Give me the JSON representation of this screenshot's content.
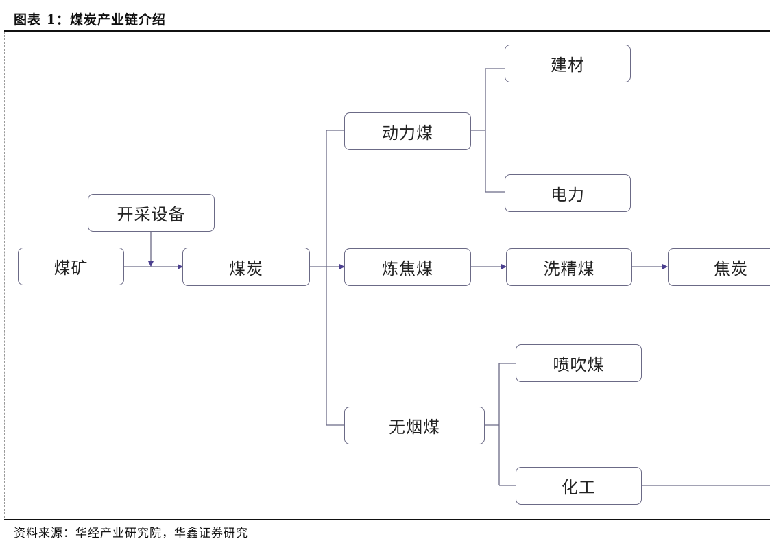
{
  "header": {
    "title": "图表 1：煤炭产业链介绍"
  },
  "footer": {
    "source": "资料来源：华经产业研究院，华鑫证券研究"
  },
  "diagram": {
    "nodes": {
      "coal_mine": "煤矿",
      "mining_equipment": "开采设备",
      "coal": "煤炭",
      "thermal_coal": "动力煤",
      "building_materials": "建材",
      "electricity": "电力",
      "coking_coal": "炼焦煤",
      "washed_coal": "洗精煤",
      "coke": "焦炭",
      "anthracite": "无烟煤",
      "injection_coal": "喷吹煤",
      "chemical": "化工"
    },
    "line_color": "#6b6a86",
    "arrow_color": "#4b3f8f"
  }
}
